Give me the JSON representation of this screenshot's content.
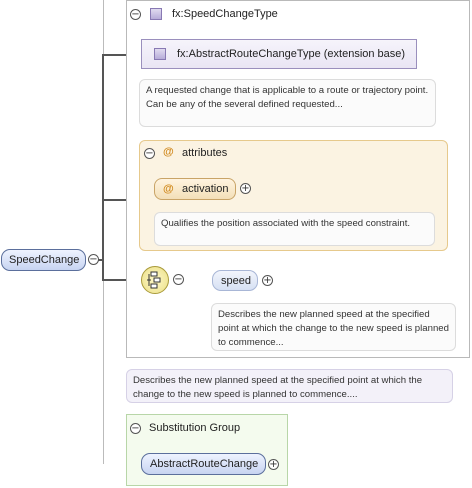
{
  "type_box": {
    "title": "fx:SpeedChangeType",
    "extension_label": "fx:AbstractRouteChangeType (extension base)",
    "type_doc": "A requested change that is applicable to a route or trajectory point. Can be any of the several defined requested..."
  },
  "attributes": {
    "title": "attributes",
    "activation_label": "activation",
    "activation_doc": "Qualifies the position associated with the speed constraint."
  },
  "root_element": {
    "label": "SpeedChange"
  },
  "speed_element": {
    "label": "speed",
    "doc": "Describes the new planned speed at the specified point at which the change to the new speed is planned to commence..."
  },
  "element_doc": "Describes the new planned speed at the specified point at which the change to the new speed is planned to commence....",
  "substitution": {
    "title": "Substitution Group",
    "member_label": "AbstractRouteChange"
  },
  "icons": {
    "collapse": "minus-circle-icon",
    "expand": "plus-circle-icon",
    "sequence": "sequence-icon",
    "attribute": "at-icon",
    "complex_type": "square-icon"
  }
}
